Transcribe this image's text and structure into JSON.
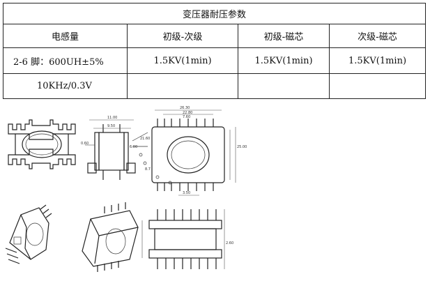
{
  "table": {
    "title": "变压器耐压参数",
    "headers": [
      "电感量",
      "初级-次级",
      "初级-磁芯",
      "次级-磁芯"
    ],
    "row1": [
      "2-6 脚：600UH±5%",
      "1.5KV(1min)",
      "1.5KV(1min)",
      "1.5KV(1min)"
    ],
    "row2": [
      "10KHz/0.3V",
      "",
      "",
      ""
    ]
  },
  "drawing": {
    "dim_labels": [
      "26.30",
      "22.80",
      "7.60",
      "11.00",
      "9.50",
      "0.60",
      "6.00",
      "3.50",
      "21.60",
      "25.00",
      "8.7",
      "2.60"
    ]
  }
}
